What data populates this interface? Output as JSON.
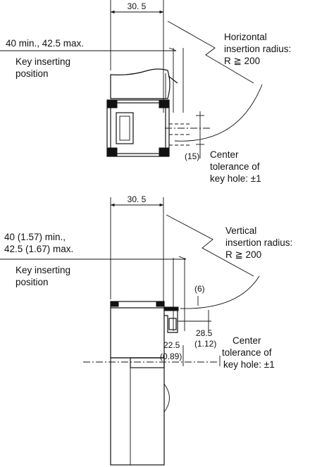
{
  "top_view": {
    "dim_width": "30. 5",
    "key_position_range": "40 min., 42.5 max.",
    "key_inserting_label": [
      "Key inserting",
      "position"
    ],
    "radius_label": [
      "Horizontal",
      "insertion radius:",
      "R ≧ 200"
    ],
    "dim_offset": "(15)",
    "tolerance_label": [
      "Center",
      "tolerance of",
      "key hole: ±1"
    ]
  },
  "bottom_view": {
    "dim_width": "30. 5",
    "key_position_range": [
      "40 (1.57) min.,",
      "42.5  (1.67) max."
    ],
    "key_inserting_label": [
      "Key inserting",
      "position"
    ],
    "radius_label": [
      "Vertical",
      "insertion radius:",
      "R ≧ 200"
    ],
    "dim_offset": "(6)",
    "dim_28": [
      "28.5",
      "(1.12)"
    ],
    "dim_22": [
      "22.5",
      "(0.89)"
    ],
    "tolerance_label": [
      "Center",
      "tolerance of",
      "key hole: ±1"
    ]
  }
}
